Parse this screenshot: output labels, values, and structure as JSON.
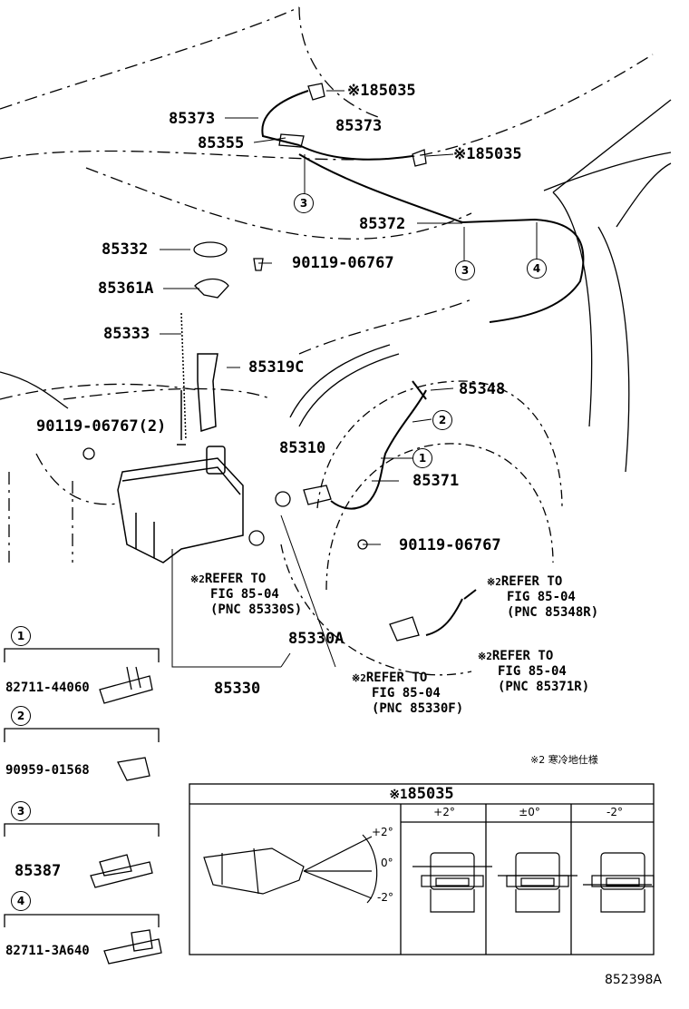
{
  "figure_id": "852398A",
  "callouts": {
    "top_85035_a": "85035",
    "top_85035_b": "85035",
    "p85373_a": "85373",
    "p85373_b": "85373",
    "p85355": "85355",
    "p85372": "85372",
    "p85332": "85332",
    "p90119_a": "90119-06767",
    "p85361a": "85361A",
    "p85333": "85333",
    "p85319c": "85319C",
    "p85348": "85348",
    "p90119_b": "90119-06767(2)",
    "p85310": "85310",
    "p85371": "85371",
    "p90119_c": "90119-06767",
    "p85330a": "85330A",
    "p85330": "85330"
  },
  "mark": "※1",
  "mark2": "※2",
  "circle_refs": [
    "1",
    "2",
    "3",
    "4"
  ],
  "refer_notes": {
    "ref_85330s": [
      "REFER TO",
      "FIG 85-04",
      "(PNC 85330S)"
    ],
    "ref_85348r": [
      "REFER TO",
      "FIG 85-04",
      "(PNC 85348R)"
    ],
    "ref_85371r": [
      "REFER TO",
      "FIG 85-04",
      "(PNC 85371R)"
    ],
    "ref_85330f": [
      "REFER TO",
      "FIG 85-04",
      "(PNC 85330F)"
    ]
  },
  "cold_spec_note": "※2 寒冷地仕様",
  "legend": [
    {
      "ref": "1",
      "part": "82711-44060"
    },
    {
      "ref": "2",
      "part": "90959-01568"
    },
    {
      "ref": "3",
      "part": "85387"
    },
    {
      "ref": "4",
      "part": "82711-3A640"
    }
  ],
  "adjust_table": {
    "title": "85035",
    "angle_marks": [
      "+2°",
      "0°",
      "-2°"
    ],
    "columns": [
      "+2°",
      "±0°",
      "-2°"
    ]
  }
}
